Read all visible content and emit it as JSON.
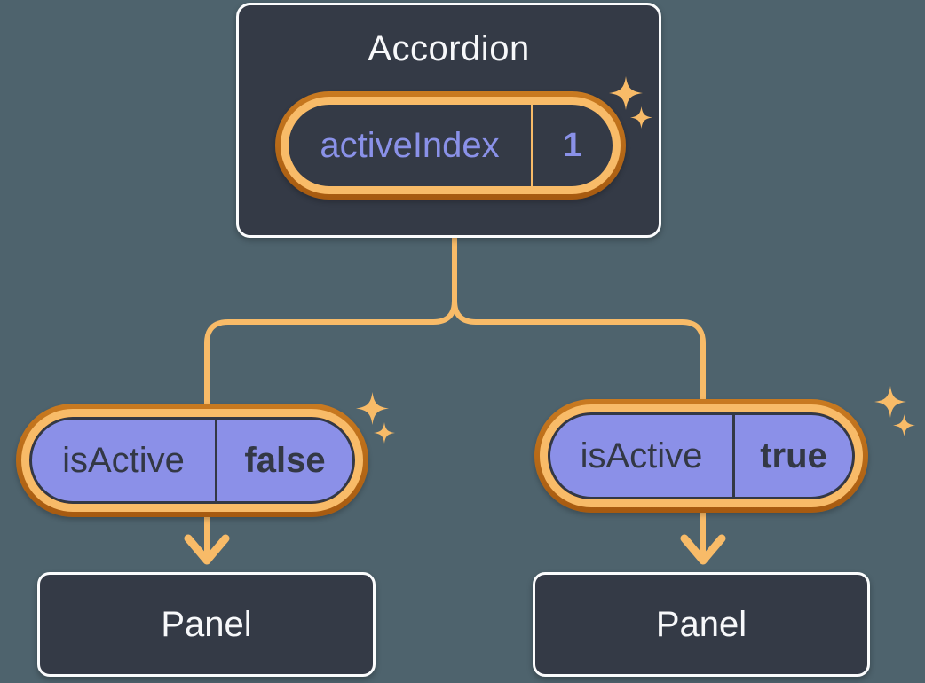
{
  "colors": {
    "background": "#4e636d",
    "node_fill": "#343a46",
    "node_border": "#fbfcfd",
    "accent_light": "#f8bb68",
    "accent_dark_top": "#c97a20",
    "accent_dark_bottom": "#a65a10",
    "purple_fill": "#8b90e8",
    "purple_text": "#8a91e8",
    "dark_text": "#333845",
    "white_text": "#f7f8fa"
  },
  "accordion": {
    "title": "Accordion",
    "state": {
      "label": "activeIndex",
      "value": "1"
    }
  },
  "children": [
    {
      "prop_label": "isActive",
      "prop_value": "false",
      "panel_label": "Panel"
    },
    {
      "prop_label": "isActive",
      "prop_value": "true",
      "panel_label": "Panel"
    }
  ],
  "icons": {
    "sparkle": "four-point-star",
    "arrowhead": "chevron-down"
  }
}
